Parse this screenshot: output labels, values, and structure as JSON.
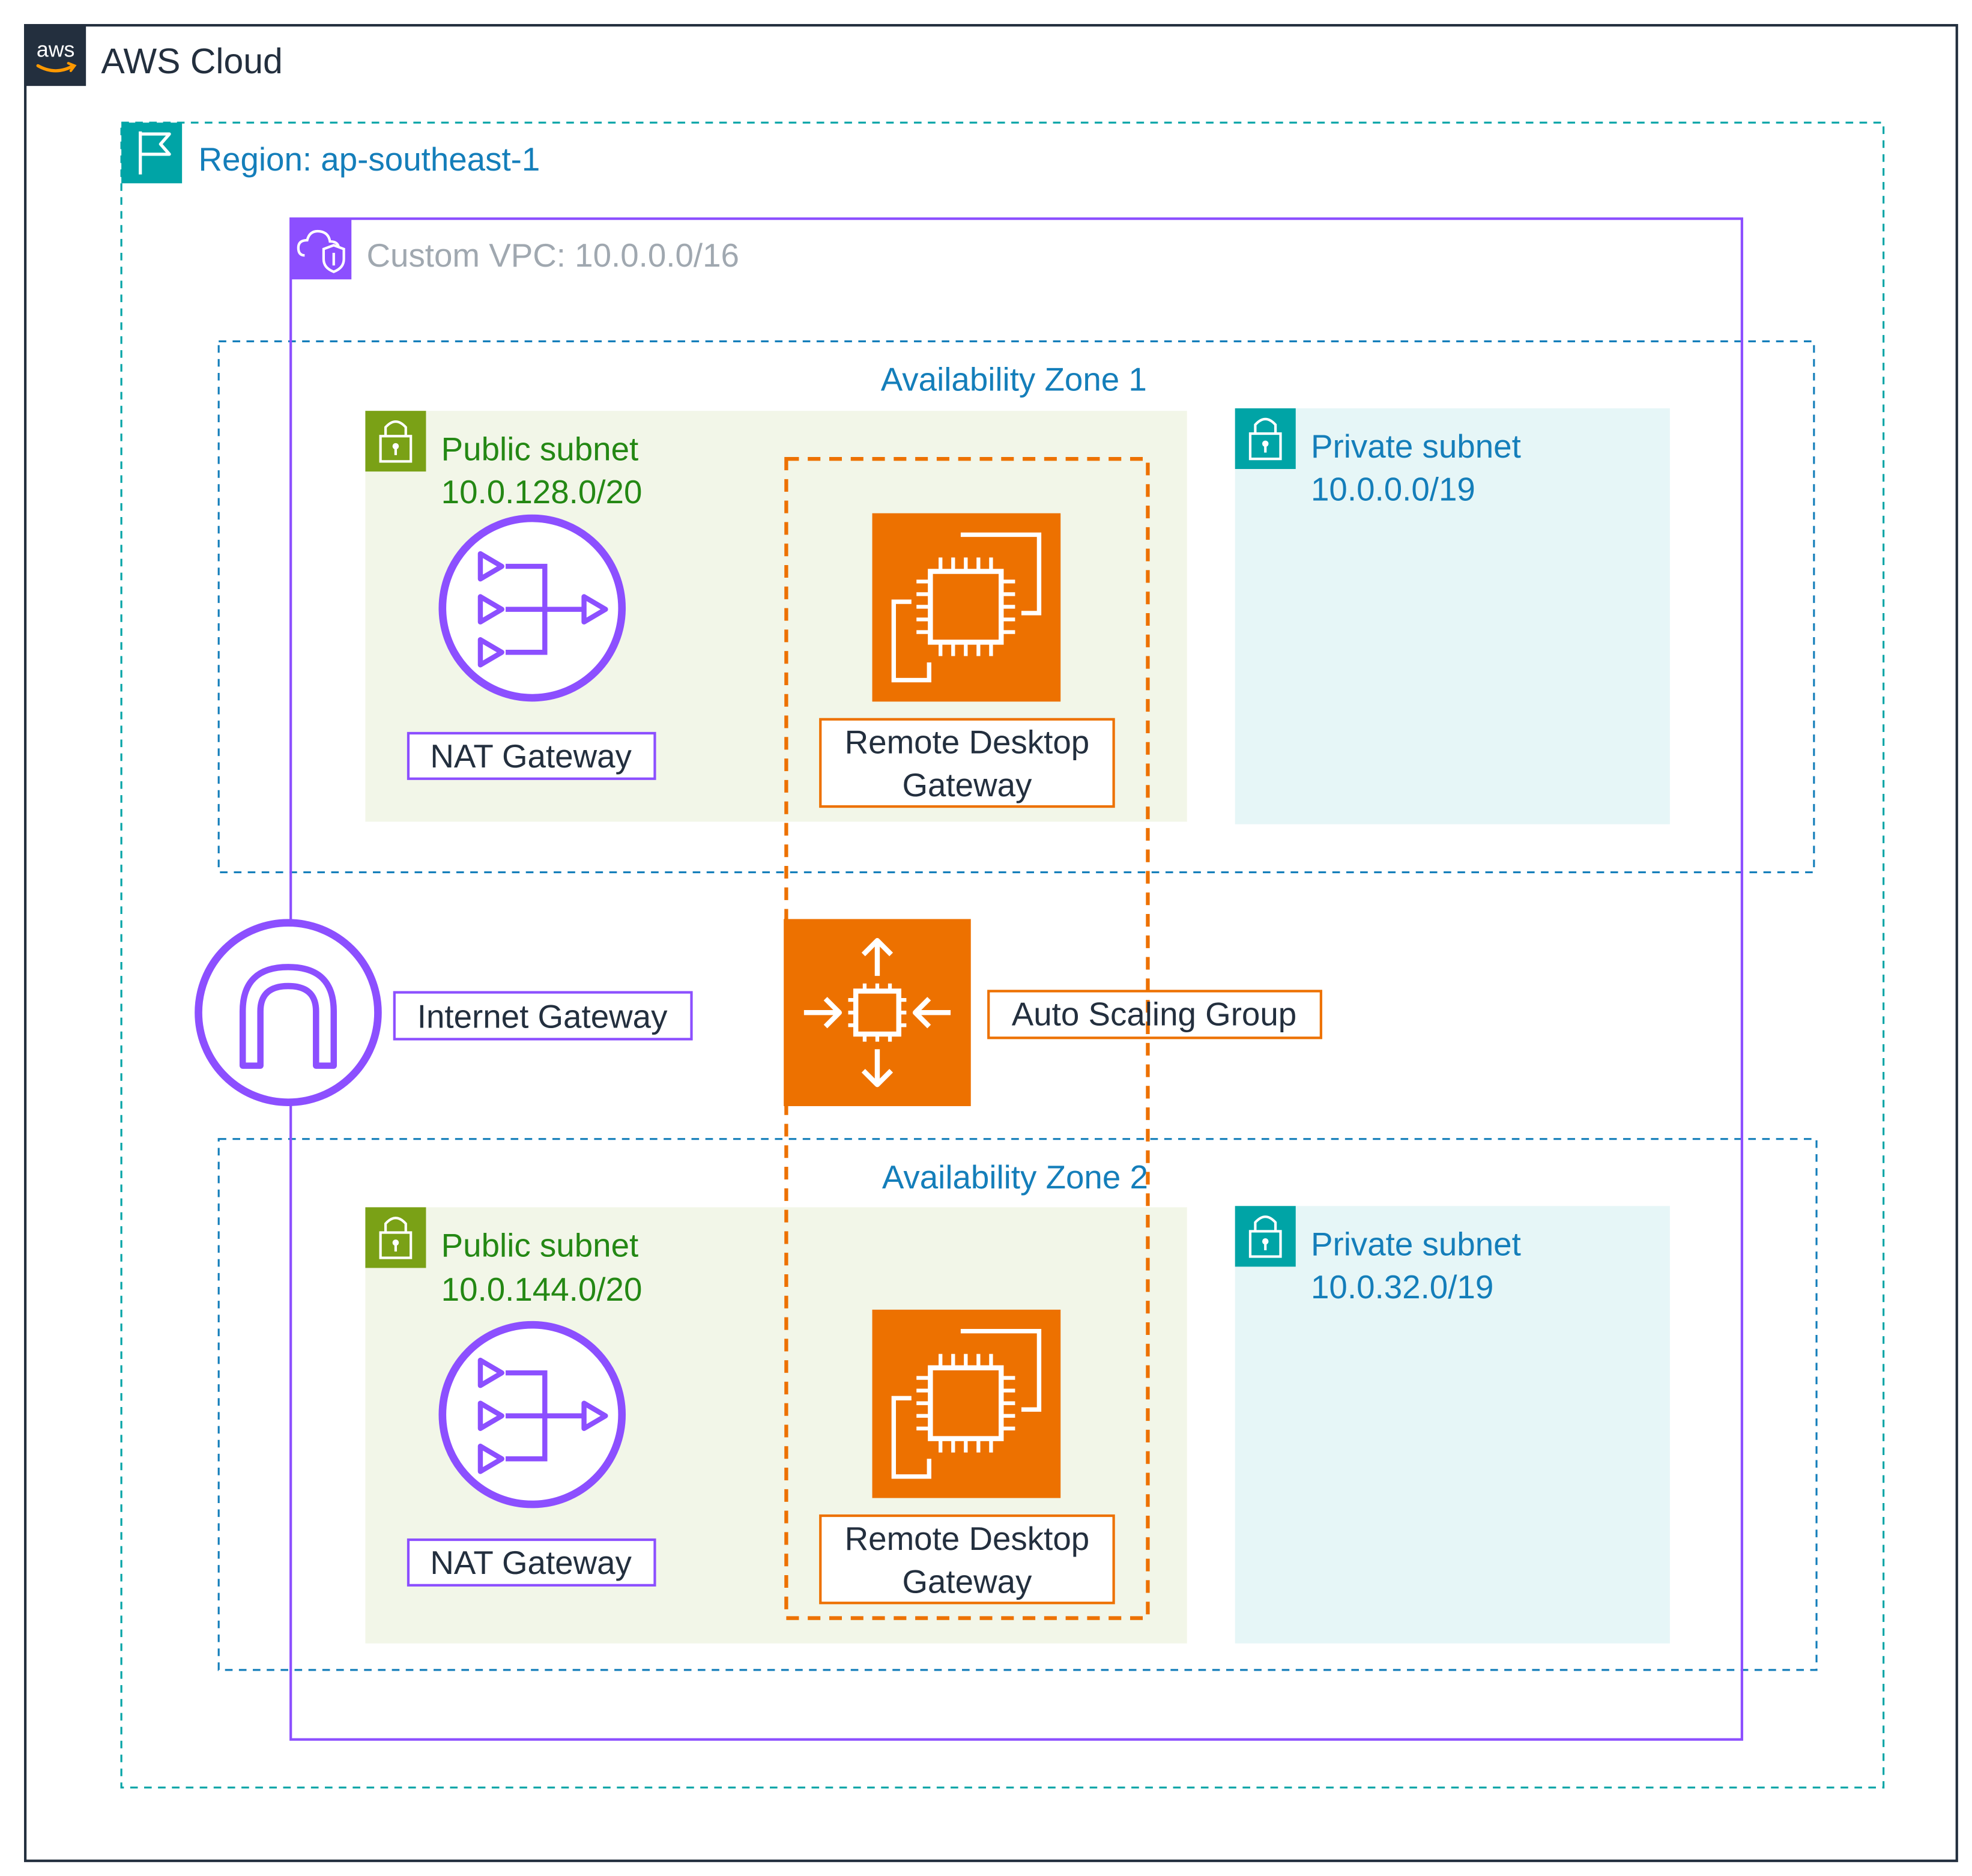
{
  "cloud": {
    "label": "AWS Cloud",
    "logo_text": "aws",
    "color": "#232F3E"
  },
  "region": {
    "label": "Region: ap-southeast-1",
    "color": "#00A4A6",
    "icon": "flag-icon"
  },
  "vpc": {
    "label": "Custom VPC: 10.0.0.0/16",
    "color": "#8C4FFF",
    "label_color": "#A0A8B0",
    "icon": "cloud-shield-icon"
  },
  "az1": {
    "label": "Availability Zone 1",
    "public_subnet": {
      "name": "Public subnet",
      "cidr": "10.0.128.0/20"
    },
    "private_subnet": {
      "name": "Private subnet",
      "cidr": "10.0.0.0/19"
    },
    "nat_gateway": {
      "label": "NAT Gateway",
      "icon": "nat-gateway-icon"
    },
    "rdg": {
      "label_line1": "Remote Desktop",
      "label_line2": "Gateway",
      "icon": "ec2-instance-icon"
    }
  },
  "az2": {
    "label": "Availability Zone 2",
    "public_subnet": {
      "name": "Public subnet",
      "cidr": "10.0.144.0/20"
    },
    "private_subnet": {
      "name": "Private subnet",
      "cidr": "10.0.32.0/19"
    },
    "nat_gateway": {
      "label": "NAT Gateway",
      "icon": "nat-gateway-icon"
    },
    "rdg": {
      "label_line1": "Remote Desktop",
      "label_line2": "Gateway",
      "icon": "ec2-instance-icon"
    }
  },
  "internet_gateway": {
    "label": "Internet Gateway",
    "icon": "internet-gateway-icon"
  },
  "auto_scaling_group": {
    "label": "Auto Scaling Group",
    "icon": "auto-scaling-icon"
  },
  "colors": {
    "az_border": "#147EBA",
    "public_fill": "#F2F6E8",
    "public_text": "#248814",
    "public_icon": "#7AA116",
    "private_fill": "#E6F6F7",
    "private_text": "#147EBA",
    "private_icon": "#00A4A6",
    "compute": "#ED7100",
    "network": "#8C4FFF",
    "label_text": "#232F3E"
  }
}
